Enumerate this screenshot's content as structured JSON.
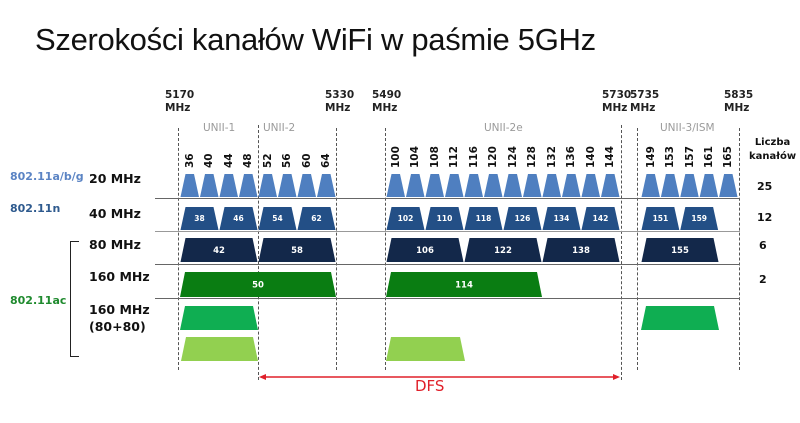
{
  "title": "Szerokości kanałów WiFi w paśmie 5GHz",
  "frequencies": [
    {
      "label": "5170",
      "unit": "MHz"
    },
    {
      "label": "5330",
      "unit": "MHz"
    },
    {
      "label": "5490",
      "unit": "MHz"
    },
    {
      "label": "5730",
      "unit": "MHz"
    },
    {
      "label": "5735",
      "unit": "MHz"
    },
    {
      "label": "5835",
      "unit": "MHz"
    }
  ],
  "bands": [
    "UNII-1",
    "UNII-2",
    "UNII-2e",
    "UNII-3/ISM"
  ],
  "protocols": [
    {
      "label": "802.11a/b/g",
      "color": "#5b84c4"
    },
    {
      "label": "802.11n",
      "color": "#2e5a8e"
    },
    {
      "label": "802.11ac",
      "color": "#1f8a2e"
    }
  ],
  "widths": [
    {
      "label": "20 MHz"
    },
    {
      "label": "40 MHz"
    },
    {
      "label": "80 MHz"
    },
    {
      "label": "160 MHz"
    },
    {
      "label": "160 MHz",
      "sub": "(80+80)"
    }
  ],
  "count_header": {
    "line1": "Liczba",
    "line2": "kanałów"
  },
  "counts": [
    "25",
    "12",
    "6",
    "2"
  ],
  "channels_20": [
    "36",
    "40",
    "44",
    "48",
    "52",
    "56",
    "60",
    "64",
    "100",
    "104",
    "108",
    "112",
    "116",
    "120",
    "124",
    "128",
    "132",
    "136",
    "140",
    "144",
    "149",
    "153",
    "157",
    "161",
    "165"
  ],
  "channels_40": [
    "38",
    "46",
    "54",
    "62",
    "102",
    "110",
    "118",
    "126",
    "134",
    "142",
    "151",
    "159"
  ],
  "channels_80": [
    "42",
    "58",
    "106",
    "122",
    "138",
    "155"
  ],
  "channels_160": [
    "50",
    "114"
  ],
  "dfs_label": "DFS",
  "colors": {
    "ch20": "#4f7fc0",
    "ch40": "#234f86",
    "ch80": "#13284a",
    "ch160": "#0a7d12",
    "ch80p80_a": "#0fae52",
    "ch80p80_b": "#92d050",
    "dfs": "#e0202a"
  }
}
